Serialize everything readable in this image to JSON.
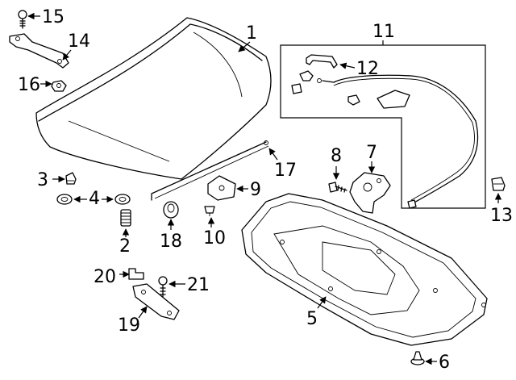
{
  "diagram": {
    "callouts": {
      "c1": "1",
      "c2": "2",
      "c3": "3",
      "c4a": "4",
      "c5": "5",
      "c6": "6",
      "c7": "7",
      "c8": "8",
      "c9": "9",
      "c10": "10",
      "c11": "11",
      "c12": "12",
      "c13": "13",
      "c14": "14",
      "c15": "15",
      "c16": "16",
      "c17": "17",
      "c18": "18",
      "c19": "19",
      "c20": "20",
      "c21": "21"
    }
  }
}
